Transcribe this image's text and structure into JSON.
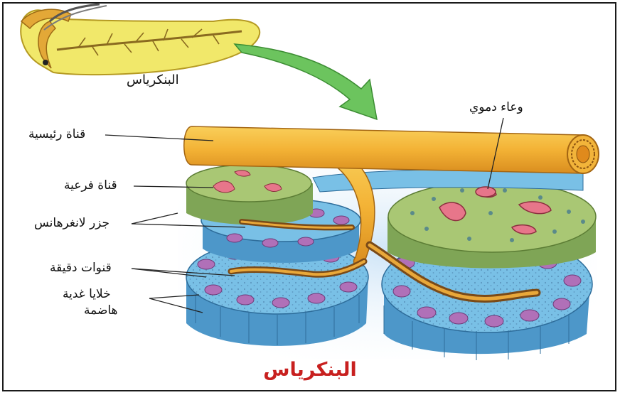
{
  "diagram": {
    "title": "البنكرياس",
    "organ_label": "البنكرياس",
    "labels": {
      "blood_vessel": "وعاء دموي",
      "main_duct": "قناة رئيسية",
      "branch_duct": "قناة فرعية",
      "islets": "جزر لانغرهانس",
      "fine_ducts": "قنوات دقيقة",
      "digestive_cells_line1": "خلايا غدية",
      "digestive_cells_line2": "هاضمة"
    }
  },
  "colors": {
    "title": "#c8201f",
    "duct_orange": "#f4b73a",
    "acinar_blue": "#6fb7e0",
    "islet_green": "#a9c774",
    "nucleus_purple": "#b070b8",
    "arrow_green": "#5fbf55",
    "pancreas_yellow": "#f1e86a"
  }
}
